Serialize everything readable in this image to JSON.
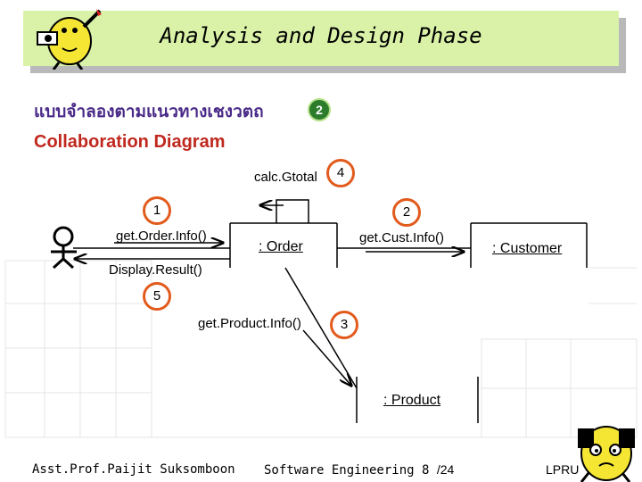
{
  "header": {
    "title": "Analysis and Design Phase"
  },
  "subtitle_thai": "แบบจำลองตามแนวทางเชงวตถ",
  "badge_number": "2",
  "diagram": {
    "title": "Collaboration Diagram",
    "messages": {
      "calc": "calc.Gtotal",
      "get_order": "get.Order.Info()",
      "display": "Display.Result()",
      "get_cust": "get.Cust.Info()",
      "get_product": "get.Product.Info()"
    },
    "objects": {
      "order": ": Order",
      "customer": ": Customer",
      "product": ": Product"
    },
    "sequence": {
      "calc": "4",
      "get_order": "1",
      "display": "5",
      "get_cust": "2",
      "get_product": "3"
    }
  },
  "footer": {
    "author": "Asst.Prof.Paijit Suksomboon",
    "course": "Software Engineering 8",
    "page": "/24",
    "org": "LPRU"
  }
}
